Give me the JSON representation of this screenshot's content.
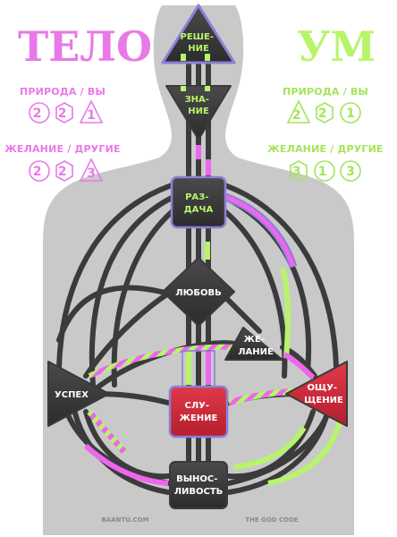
{
  "left_panel": {
    "title": "ТЕЛО",
    "nature_label": "ПРИРОДА / ВЫ",
    "nature_values": [
      "2",
      "2",
      "1"
    ],
    "desire_label": "ЖЕЛАНИЕ / ДРУГИЕ",
    "desire_values": [
      "2",
      "2",
      "3"
    ]
  },
  "right_panel": {
    "title": "УМ",
    "nature_label": "ПРИРОДА / ВЫ",
    "nature_values": [
      "2",
      "2",
      "1"
    ],
    "desire_label": "ЖЕЛАНИЕ / ДРУГИЕ",
    "desire_values": [
      "3",
      "1",
      "3"
    ]
  },
  "centers": {
    "head": [
      "РЕШЕ-",
      "НИЕ"
    ],
    "ajna": [
      "ЗНА-",
      "НИЕ"
    ],
    "throat": [
      "РАЗ-",
      "ДАЧА"
    ],
    "g": [
      "ЛЮБОВЬ"
    ],
    "heart": [
      "ЖЕ-",
      "ЛАНИЕ"
    ],
    "spleen": [
      "УСПЕХ"
    ],
    "sacral": [
      "СЛУ-",
      "ЖЕНИЕ"
    ],
    "solar": [
      "ОЩУ-",
      "ЩЕНИЕ"
    ],
    "root": [
      "ВЫНОС-",
      "ЛИВОСТЬ"
    ]
  },
  "footer": {
    "left": "BAANTU.COM",
    "right": "THE GOD CODE"
  },
  "colors": {
    "pink": "#ee66ee",
    "green": "#b6f56a",
    "silhouette": "#c9c9c9",
    "channel": "#3b3b3b",
    "center_dark": "#3a3a3a",
    "center_red": "#cc2233",
    "outline_purple": "#8a7fd6"
  }
}
